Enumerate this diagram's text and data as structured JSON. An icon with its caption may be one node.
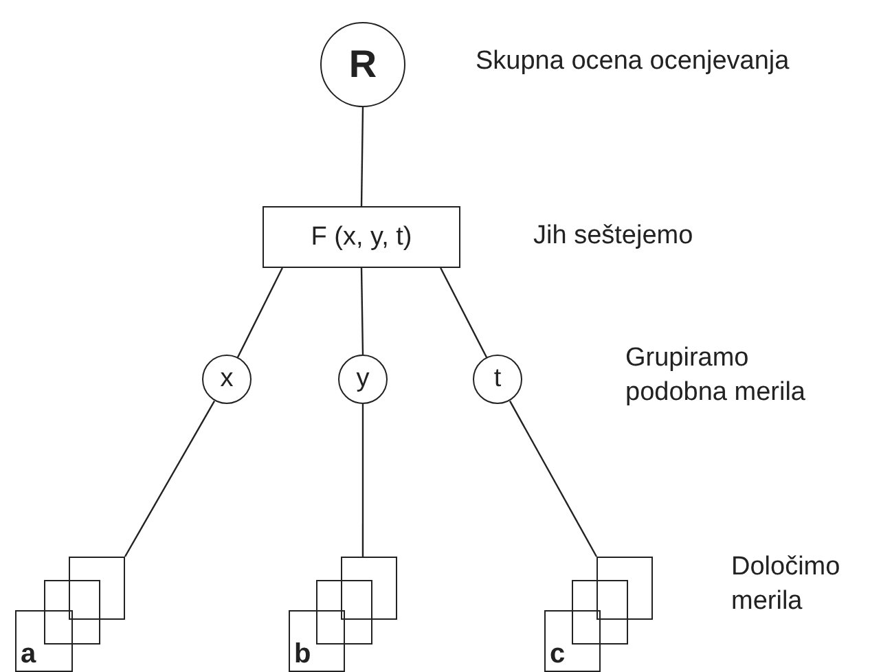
{
  "diagram": {
    "nodes": [
      {
        "text": [
          "R"
        ]
      },
      {
        "text": [
          "F (x, y, t)"
        ]
      },
      {
        "text": [
          "x"
        ]
      },
      {
        "text": [
          "y"
        ]
      },
      {
        "text": [
          "t"
        ]
      },
      {
        "text": [],
        "shape": "box"
      },
      {
        "text": [],
        "shape": "box"
      },
      {
        "text": [
          "a"
        ]
      },
      {
        "text": [],
        "shape": "box"
      },
      {
        "text": [],
        "shape": "box"
      },
      {
        "text": [
          "b"
        ]
      },
      {
        "text": [],
        "shape": "box"
      },
      {
        "text": [],
        "shape": "box"
      },
      {
        "text": [
          "c"
        ]
      }
    ],
    "edges": [
      {
        "from": 0,
        "to": 1,
        "arrow": "none"
      },
      {
        "from": 1,
        "to": 2,
        "arrow": "none"
      },
      {
        "from": 1,
        "to": 3,
        "arrow": "none"
      },
      {
        "from": 1,
        "to": 4,
        "arrow": "none"
      },
      {
        "from": 2,
        "to": 5,
        "arrow": "none"
      },
      {
        "from": 3,
        "to": 8,
        "arrow": "none"
      },
      {
        "from": 4,
        "to": 11,
        "arrow": "none"
      }
    ],
    "labels": [
      "Skupna ocena ocenjevanja",
      "Jih seštejemo",
      "Grupiramo podobna merila",
      "Določimo merila"
    ]
  }
}
